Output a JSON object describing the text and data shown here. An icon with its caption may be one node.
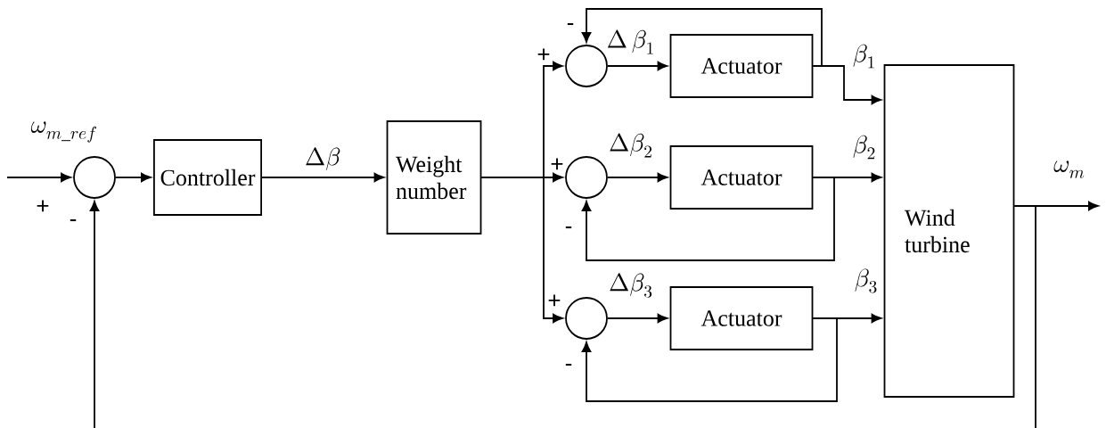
{
  "diagram": {
    "nodes": [
      {
        "text": [],
        "shape": "circle"
      },
      {
        "text": [
          "Controller"
        ]
      },
      {
        "text": [
          "Weight number"
        ]
      },
      {
        "text": [],
        "shape": "circle"
      },
      {
        "text": [
          "Actuator"
        ]
      },
      {
        "text": [],
        "shape": "circle"
      },
      {
        "text": [
          "Actuator"
        ]
      },
      {
        "text": [],
        "shape": "circle"
      },
      {
        "text": [
          "Actuator"
        ]
      },
      {
        "text": [
          "Wind turbine"
        ]
      }
    ],
    "edges": [
      {
        "from": null,
        "to": 0,
        "arrow": "to",
        "label": "\\omega_{m\\_ref}"
      },
      {
        "from": 0,
        "to": 1,
        "arrow": "to"
      },
      {
        "from": 1,
        "to": 2,
        "arrow": "to",
        "label": "\\Delta\\beta"
      },
      {
        "from": 2,
        "to": 3,
        "arrow": "to"
      },
      {
        "from": 2,
        "to": 5,
        "arrow": "to"
      },
      {
        "from": 2,
        "to": 7,
        "arrow": "to"
      },
      {
        "from": 3,
        "to": 4,
        "arrow": "to",
        "label": "\\Delta\\,\\beta_{1}"
      },
      {
        "from": 5,
        "to": 6,
        "arrow": "to",
        "label": "\\Delta\\beta_{2}"
      },
      {
        "from": 7,
        "to": 8,
        "arrow": "to",
        "label": "\\Delta\\beta_{3}"
      },
      {
        "from": 4,
        "to": 9,
        "arrow": "to",
        "label": "\\beta_{1}"
      },
      {
        "from": 6,
        "to": 9,
        "arrow": "to",
        "label": "\\beta_{2}"
      },
      {
        "from": 8,
        "to": 9,
        "arrow": "to",
        "label": "\\beta_{3}"
      },
      {
        "from": 4,
        "to": 3,
        "arrow": "to"
      },
      {
        "from": 6,
        "to": 5,
        "arrow": "to"
      },
      {
        "from": 8,
        "to": 7,
        "arrow": "to"
      },
      {
        "from": 9,
        "to": null,
        "arrow": "to",
        "label": "\\omega_{m}"
      },
      {
        "from": 9,
        "to": null,
        "arrow": "none"
      },
      {
        "from": null,
        "to": 0,
        "arrow": "to"
      }
    ],
    "labels": [
      "+",
      "-",
      "-",
      "+",
      "+",
      "-",
      "+",
      "-"
    ]
  }
}
